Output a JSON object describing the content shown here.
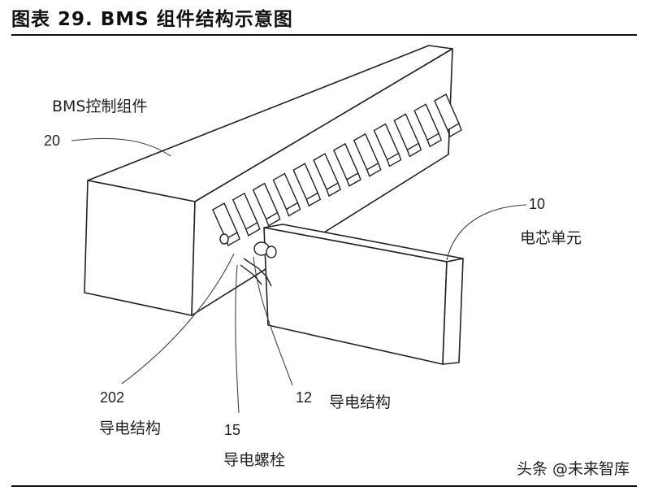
{
  "figure": {
    "title": "图表 29. BMS 组件结构示意图"
  },
  "labels": {
    "bms_component": "BMS控制组件",
    "conductive_structure_left": "导电结构",
    "conductive_structure_right": "导电结构",
    "conductive_bolt": "导电螺栓",
    "cell_unit": "电芯单元"
  },
  "numbers": {
    "bms": "20",
    "cell": "10",
    "structure_left": "202",
    "bolt": "15",
    "structure_right": "12"
  },
  "watermark": "头条 @未来智库"
}
